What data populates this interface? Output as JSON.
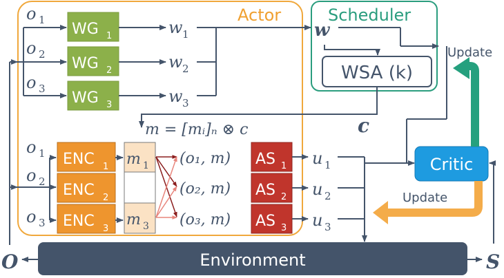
{
  "colors": {
    "line": "#44546a",
    "actor_border": "#f0a83c",
    "actor_title": "#f0a030",
    "scheduler_border": "#2a9d7e",
    "scheduler_title": "#2a9d7e",
    "wg_fill": "#8cb04a",
    "enc_fill": "#ee952e",
    "mem_fill": "#fbe2c4",
    "as_fill": "#c0352c",
    "critic_fill": "#1e9be0",
    "env_fill": "#44546a",
    "arrow_dark_red": "#8b1e1e",
    "arrow_light_red": "#e8857c",
    "update_green": "#25a07e",
    "update_orange": "#f4ac4a"
  },
  "actor": {
    "title": "Actor",
    "weight_generators": [
      {
        "label": "WG",
        "sub": "1",
        "input": "o",
        "input_sub": "1",
        "output": "w",
        "output_sub": "1"
      },
      {
        "label": "WG",
        "sub": "2",
        "input": "o",
        "input_sub": "2",
        "output": "w",
        "output_sub": "2"
      },
      {
        "label": "WG",
        "sub": "3",
        "input": "o",
        "input_sub": "3",
        "output": "w",
        "output_sub": "3"
      }
    ],
    "encoders": [
      {
        "label": "ENC",
        "sub": "1",
        "input": "o",
        "input_sub": "1"
      },
      {
        "label": "ENC",
        "sub": "2",
        "input": "o",
        "input_sub": "2"
      },
      {
        "label": "ENC",
        "sub": "3",
        "input": "o",
        "input_sub": "3"
      }
    ],
    "memory_cells": [
      {
        "label": "m",
        "sub": "1"
      },
      {
        "label": "",
        "sub": ""
      },
      {
        "label": "m",
        "sub": "3"
      }
    ],
    "message_formula": "m = [mᵢ]ₙ ⊗ c",
    "action_selectors": [
      {
        "input": "(o₁, m)",
        "label": "AS",
        "sub": "1",
        "output": "u",
        "output_sub": "1"
      },
      {
        "input": "(o₂, m)",
        "label": "AS",
        "sub": "2",
        "output": "u",
        "output_sub": "2"
      },
      {
        "input": "(o₃, m)",
        "label": "AS",
        "sub": "3",
        "output": "u",
        "output_sub": "3"
      }
    ]
  },
  "scheduler": {
    "title": "Scheduler",
    "input_label": "w",
    "wsa_label": "WSA (k)",
    "output_label": "c"
  },
  "critic": {
    "label": "Critic",
    "update_to_scheduler": "Update",
    "update_to_actor": "Update"
  },
  "environment": {
    "label": "Environment",
    "obs_output": "O",
    "state_output": "S"
  }
}
